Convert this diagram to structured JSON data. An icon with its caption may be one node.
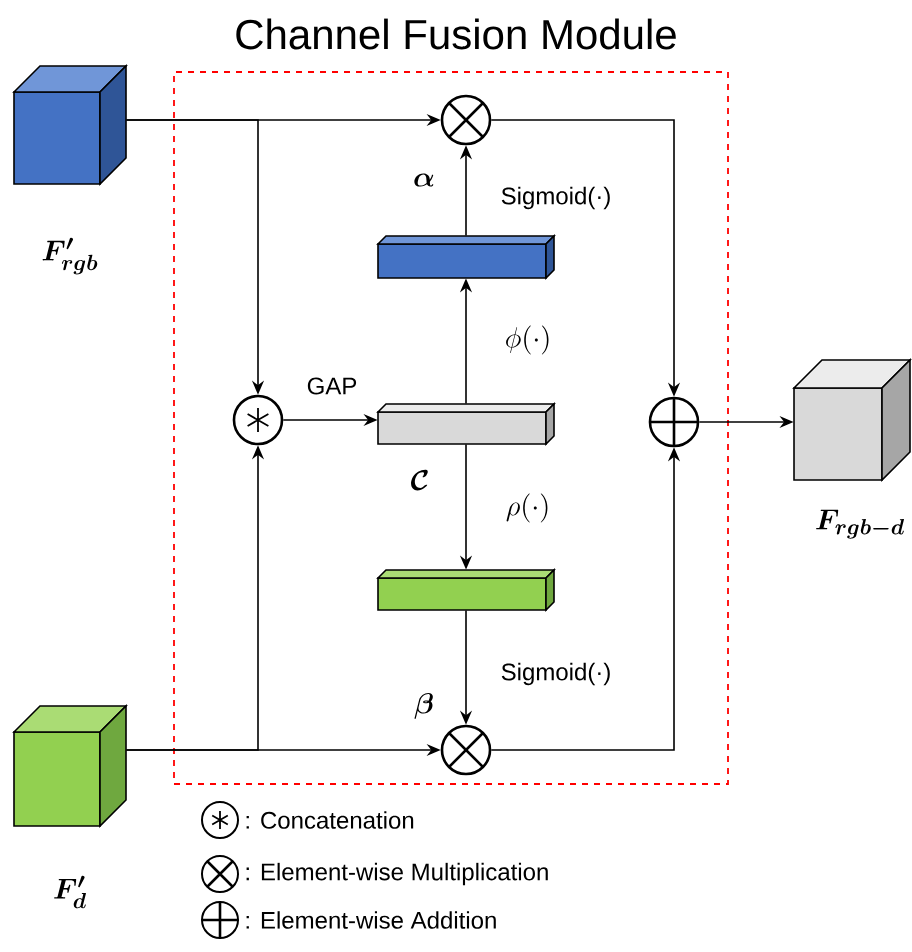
{
  "diagram": {
    "nodes": [
      {
        "text": [
          "Channel Fusion Module"
        ]
      },
      {
        "text": [],
        "shape": "cube",
        "beside": [
          "F'_{rgb}"
        ]
      },
      {
        "text": [],
        "shape": "circle",
        "in": 0,
        "beside": [
          "\\alpha"
        ]
      },
      {
        "text": [],
        "shape": "bar",
        "in": 0
      },
      {
        "text": [],
        "shape": "circle",
        "in": 0
      },
      {
        "text": [],
        "shape": "bar",
        "in": 0,
        "beside": [
          "\\mathcal{C}"
        ]
      },
      {
        "text": [],
        "shape": "circle",
        "in": 0
      },
      {
        "text": [],
        "shape": "cube",
        "beside": [
          "F_{rgb-d}"
        ]
      },
      {
        "text": [],
        "shape": "bar",
        "in": 0
      },
      {
        "text": [],
        "shape": "circle",
        "in": 0,
        "beside": [
          "\\beta"
        ]
      },
      {
        "text": [],
        "shape": "cube",
        "beside": [
          "F'_{d}"
        ]
      }
    ],
    "edges": [
      {
        "from": 1,
        "to": 2,
        "arrow": "to"
      },
      {
        "from": 1,
        "to": 4,
        "arrow": "to"
      },
      {
        "from": 10,
        "to": 9,
        "arrow": "to"
      },
      {
        "from": 10,
        "to": 4,
        "arrow": "to"
      },
      {
        "from": 4,
        "to": 5,
        "arrow": "to",
        "label": "GAP"
      },
      {
        "from": 5,
        "to": 3,
        "arrow": "to",
        "label": "\\phi(\\cdot)"
      },
      {
        "from": 3,
        "to": 2,
        "arrow": "to",
        "label": "Sigmoid(·)"
      },
      {
        "from": 5,
        "to": 8,
        "arrow": "to",
        "label": "\\rho(\\cdot)"
      },
      {
        "from": 8,
        "to": 9,
        "arrow": "to",
        "label": "Sigmoid(·)"
      },
      {
        "from": 2,
        "to": 6,
        "arrow": "to"
      },
      {
        "from": 9,
        "to": 6,
        "arrow": "to"
      },
      {
        "from": 6,
        "to": 7,
        "arrow": "to"
      }
    ],
    "legend": [
      {
        "text": ": Concatenation"
      },
      {
        "text": ": Element-wise Multiplication"
      },
      {
        "text": ": Element-wise Addition"
      }
    ]
  }
}
